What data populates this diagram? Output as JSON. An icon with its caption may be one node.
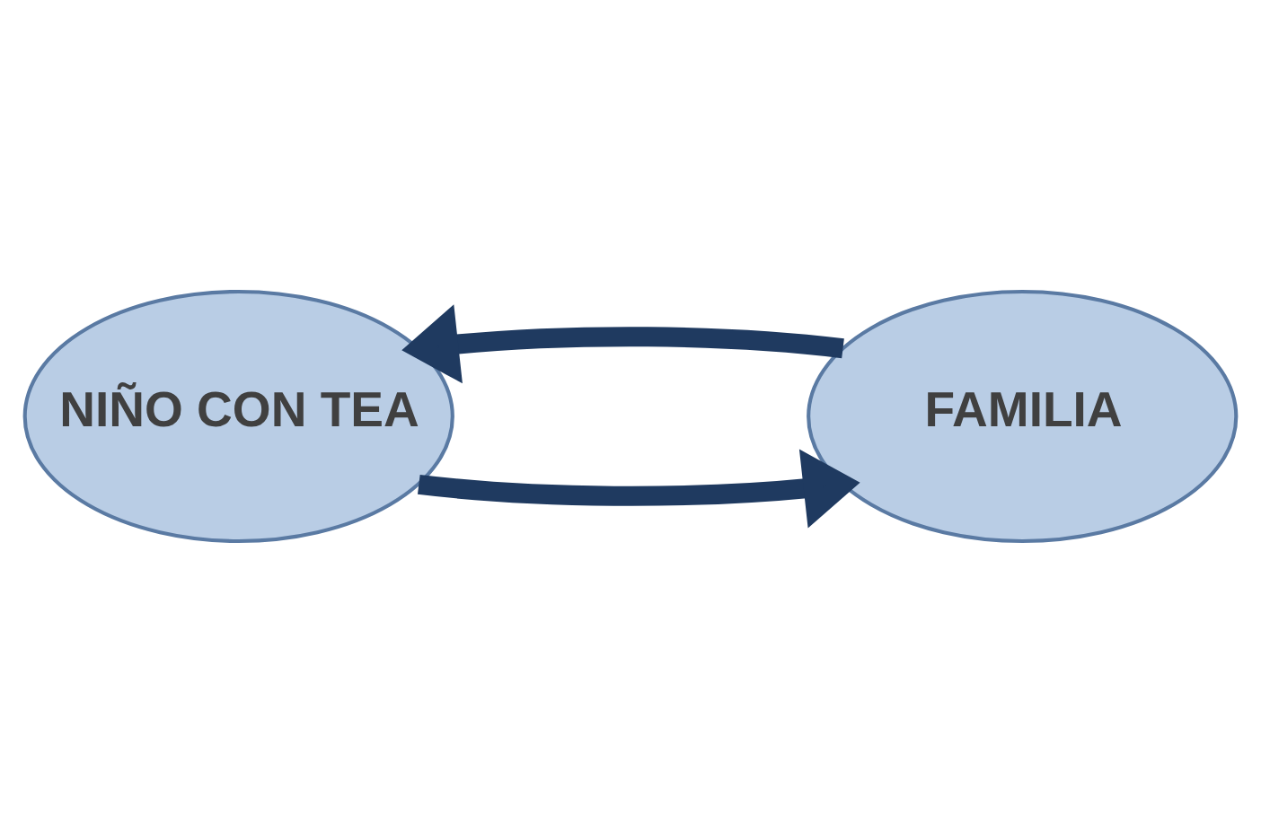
{
  "diagram": {
    "nodes": [
      {
        "text": [
          "NIÑO CON TEA"
        ]
      },
      {
        "text": [
          "FAMILIA"
        ]
      }
    ],
    "edges": [
      {
        "from": 0,
        "to": 1,
        "arrow": "to"
      },
      {
        "from": 1,
        "to": 0,
        "arrow": "to"
      }
    ]
  }
}
